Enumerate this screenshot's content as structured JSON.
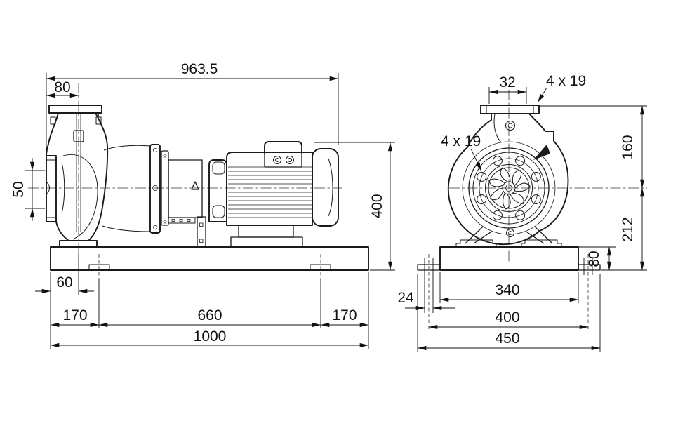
{
  "side_view": {
    "overall_length": "963.5",
    "flange_offset": "80",
    "suction_port": "50",
    "edge_to_centerline": "60",
    "foot_hole_left": "170",
    "foot_hole_spacing": "660",
    "foot_hole_right": "170",
    "base_length": "1000",
    "height_above_base": "400"
  },
  "end_view": {
    "discharge_flange_width": "32",
    "discharge_flange_holes": "4 x 19",
    "suction_flange_holes": "4 x 19",
    "discharge_height": "160",
    "center_to_base": "212",
    "base_height": "80",
    "foot_slot_width": "24",
    "base_width": "340",
    "foot_hole_span": "400",
    "overall_width": "450"
  }
}
